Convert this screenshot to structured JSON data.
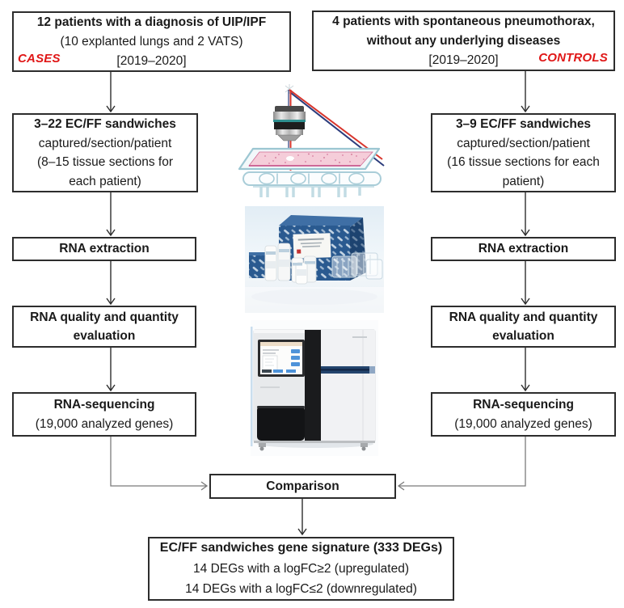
{
  "figure": {
    "cases": {
      "role_label": "CASES",
      "patients_box": {
        "line1": "12 patients with a diagnosis of UIP/IPF",
        "line2": "(10 explanted lungs and 2 VATS)",
        "line3": "[2019–2020]"
      },
      "sandwiches_box": {
        "line1": "3–22 EC/FF sandwiches",
        "line2": "captured/section/patient",
        "line3": "(8–15 tissue sections for",
        "line4": "each patient)"
      },
      "rna_extraction_box": {
        "line1": "RNA extraction"
      },
      "rna_quality_box": {
        "line1": "RNA quality and quantity",
        "line2": "evaluation"
      },
      "rna_sequencing_box": {
        "line1": "RNA-sequencing",
        "line2": "(19,000 analyzed genes)"
      }
    },
    "controls": {
      "role_label": "CONTROLS",
      "patients_box": {
        "line1": "4 patients with spontaneous pneumothorax,",
        "line2": "without any underlying diseases",
        "line3": "[2019–2020]"
      },
      "sandwiches_box": {
        "line1": "3–9 EC/FF sandwiches",
        "line2": "captured/section/patient",
        "line3": "(16 tissue sections for each",
        "line4": "patient)"
      },
      "rna_extraction_box": {
        "line1": "RNA extraction"
      },
      "rna_quality_box": {
        "line1": "RNA quality and quantity",
        "line2": "evaluation"
      },
      "rna_sequencing_box": {
        "line1": "RNA-sequencing",
        "line2": "(19,000 analyzed genes)"
      }
    },
    "comparison_box": {
      "line1": "Comparison"
    },
    "result_box": {
      "line1": "EC/FF sandwiches gene signature (333 DEGs)",
      "line2": "14 DEGs with a logFC≥2 (upregulated)",
      "line3": "14 DEGs with a logFC≤2 (downregulated)"
    }
  },
  "illustrations": {
    "lcm": "laser-capture-microdissection-illustration",
    "kit": "rna-extraction-kit-photo",
    "sequencer": "rna-sequencing-instrument-photo"
  },
  "palette": {
    "accent_red": "#e01616",
    "box_border": "#2d2d2d",
    "connector_gray": "#7b7b7b",
    "kit_blue": "#2a5a90",
    "laser_red": "#d8352c",
    "laser_blue": "#2c3c7c",
    "seq_blue": "#24456e"
  }
}
